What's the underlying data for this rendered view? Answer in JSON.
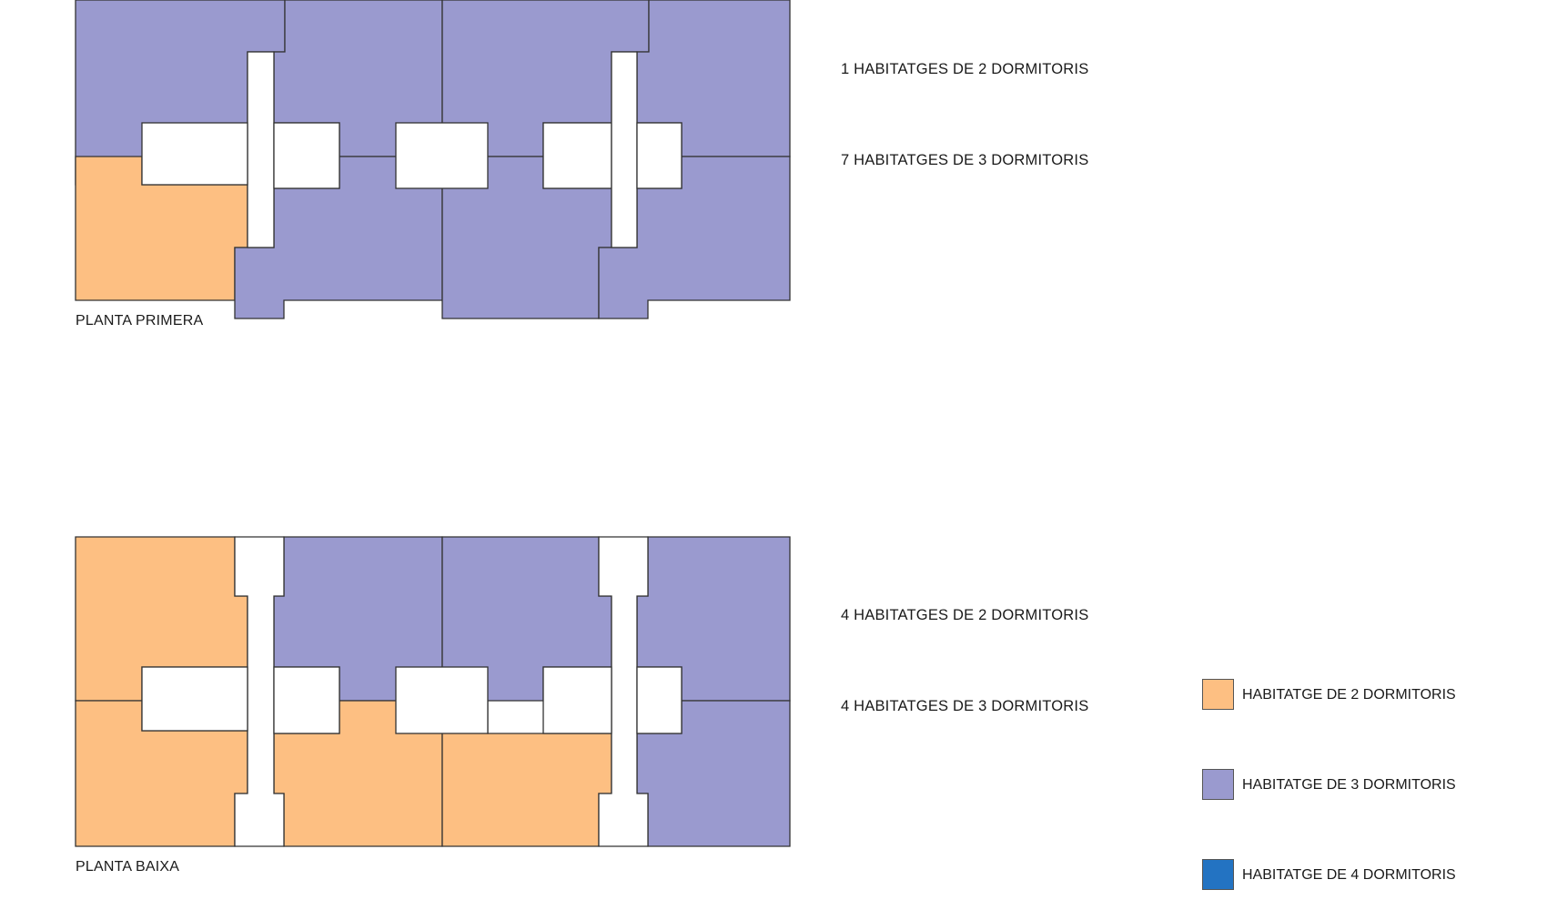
{
  "colors": {
    "two_bedroom": "#fdbf82",
    "three_bedroom": "#9a9acf",
    "four_bedroom": "#2373c2",
    "void": "#ffffff",
    "line": "#333333"
  },
  "floors": [
    {
      "label": "PLANTA PRIMERA",
      "counts": [
        "1 HABITATGES DE 2 DORMITORIS",
        "7 HABITATGES DE 3 DORMITORIS"
      ]
    },
    {
      "label": "PLANTA BAIXA",
      "counts": [
        "4 HABITATGES DE 2 DORMITORIS",
        "4 HABITATGES DE 3 DORMITORIS"
      ]
    }
  ],
  "legend": [
    {
      "label": "HABITATGE DE 2 DORMITORIS",
      "color": "#fdbf82"
    },
    {
      "label": "HABITATGE DE 3 DORMITORIS",
      "color": "#9a9acf"
    },
    {
      "label": "HABITATGE DE 4 DORMITORIS",
      "color": "#2373c2"
    }
  ]
}
